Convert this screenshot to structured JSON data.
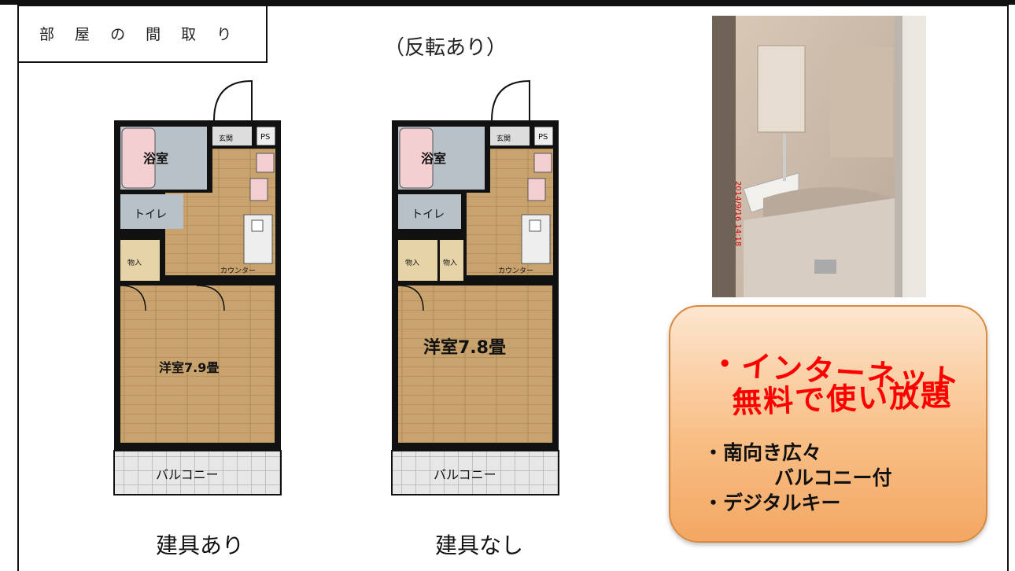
{
  "header": {
    "section_label": "部 屋 の 間 取 り",
    "reverse_note": "（反転あり）"
  },
  "plans": [
    {
      "caption": "建具あり",
      "labels": {
        "bath": "浴室",
        "toilet": "トイレ",
        "storage": "物入",
        "entrance": "玄関",
        "ps": "PS",
        "counter": "カウンター",
        "room": "洋室7.9畳",
        "balcony": "バルコニー"
      }
    },
    {
      "caption": "建具なし",
      "labels": {
        "bath": "浴室",
        "toilet": "トイレ",
        "storage": "物入",
        "storage2": "物入",
        "entrance": "玄関",
        "ps": "PS",
        "counter": "カウンター",
        "room": "洋室7.8畳",
        "balcony": "バルコニー"
      }
    }
  ],
  "photo": {
    "timestamp": "2014/9/16  14:18"
  },
  "promo": {
    "headline_1": "・インターネット",
    "headline_2": "無料で使い放題",
    "bullet_1": "・南向き広々",
    "bullet_1_cont": "バルコニー付",
    "bullet_2": "・デジタルキー"
  },
  "colors": {
    "floor_wood": "#c9a36e",
    "bath_pink": "#f4cfd2",
    "wet_gray": "#b8c0c8",
    "promo_text": "#ff0000",
    "promo_bg": "#f8bf86"
  }
}
